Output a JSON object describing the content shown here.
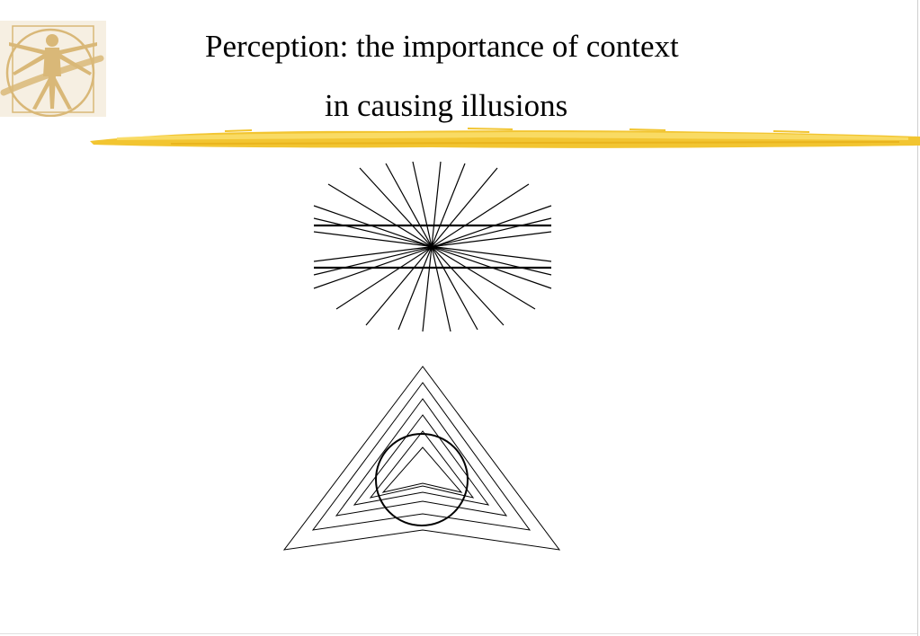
{
  "slide": {
    "title_line1": "Perception: the importance of context",
    "title_line2": "in causing illusions"
  },
  "logo": {
    "icon": "vitruvian-man-icon",
    "color": "#d9b878"
  },
  "decoration": {
    "brush_color": "#f2c531",
    "brush_highlight": "#f9dd6a"
  },
  "figures": [
    {
      "name": "hering-illusion",
      "icon": "radiating-lines-with-parallel-bars"
    },
    {
      "name": "circle-in-nested-triangles-illusion",
      "icon": "nested-triangles-with-circle"
    }
  ]
}
